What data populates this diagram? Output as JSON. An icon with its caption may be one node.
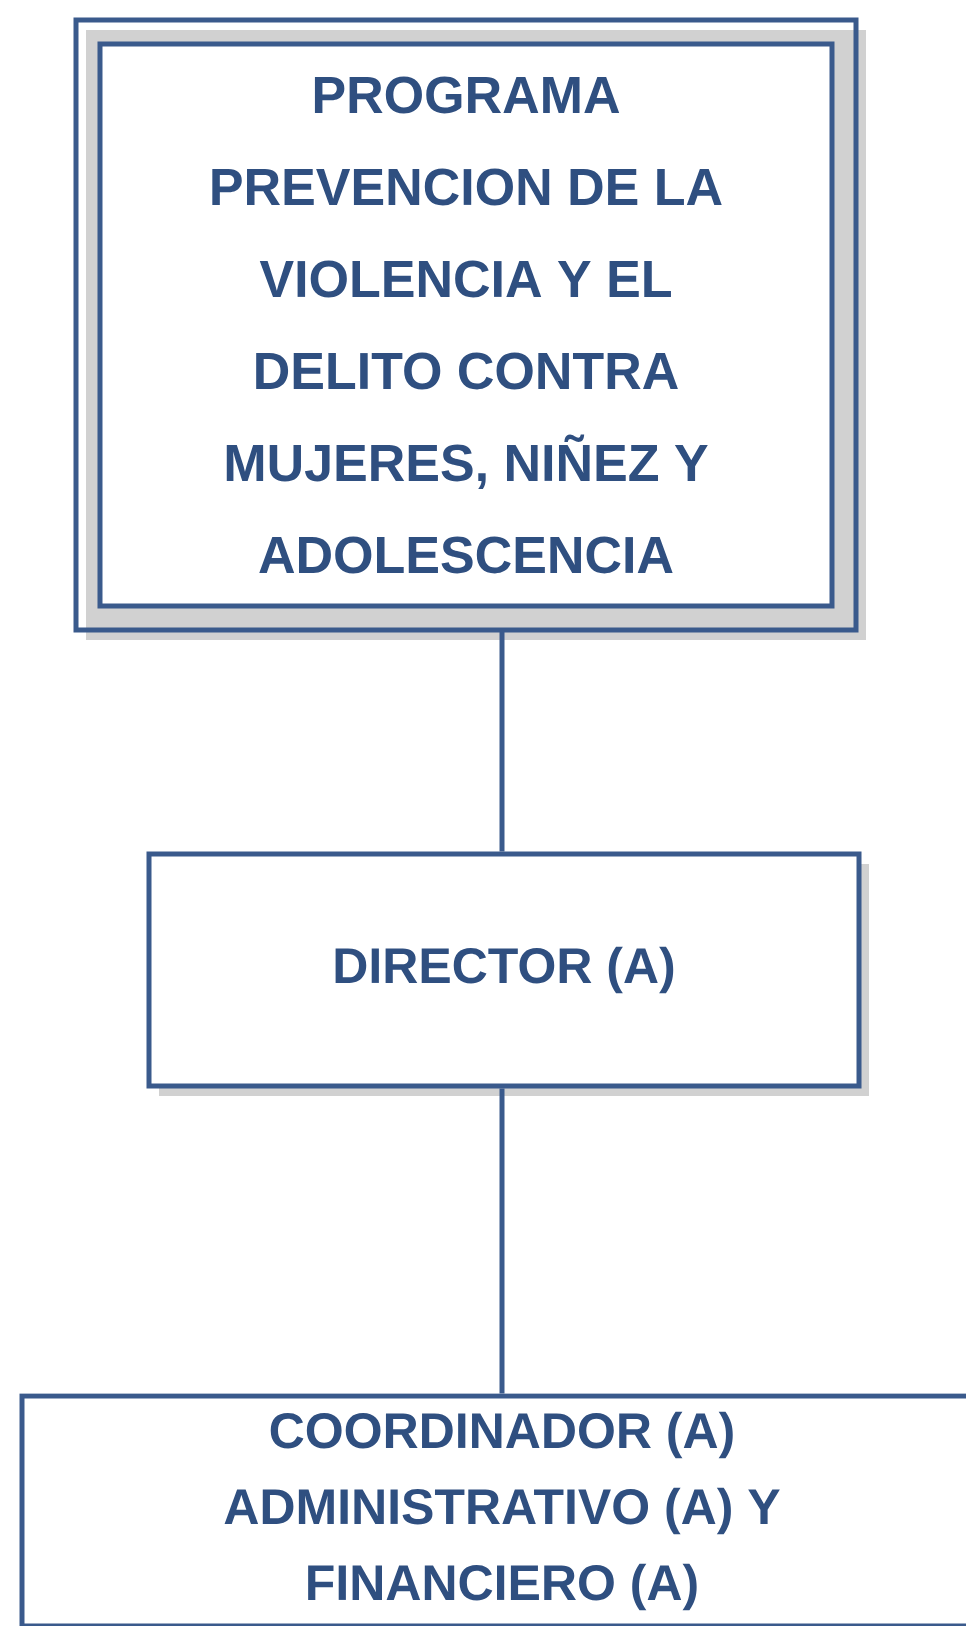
{
  "diagram": {
    "nodes": [
      {
        "text": [
          "PROGRAMA PREVENCION DE LA VIOLENCIA Y EL DELITO CONTRA MUJERES, NIÑEZ Y ADOLESCENCIA"
        ]
      },
      {
        "text": [
          "DIRECTOR (A)"
        ]
      },
      {
        "text": [
          "COORDINADOR (A) ADMINISTRATIVO (A) Y FINANCIERO (A)"
        ]
      }
    ],
    "edges": [
      {
        "from": 0,
        "to": 1,
        "arrow": "none"
      },
      {
        "from": 1,
        "to": 2,
        "arrow": "none"
      }
    ]
  }
}
